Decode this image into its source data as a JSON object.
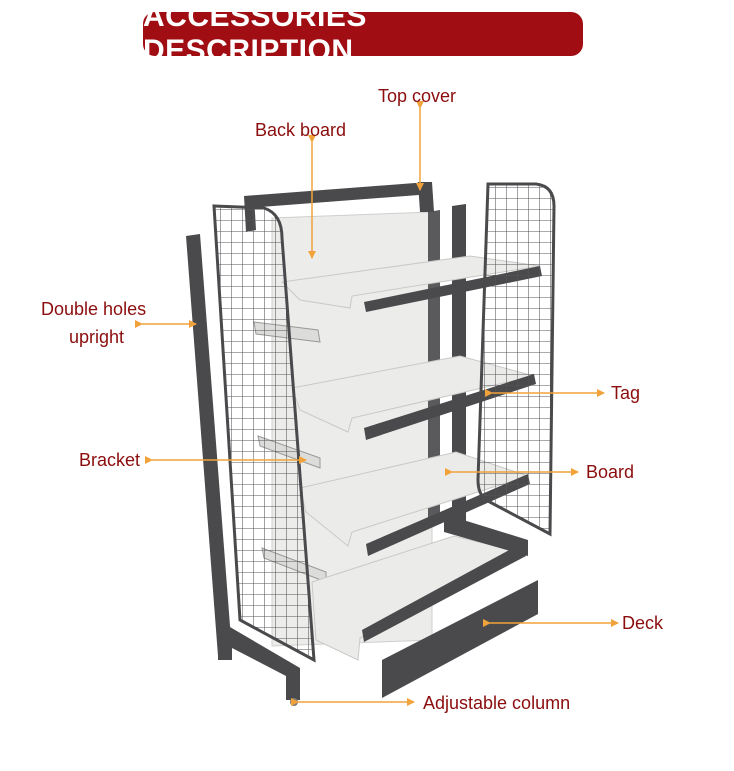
{
  "title": "ACCESSORIES DESCRIPTION",
  "colors": {
    "banner": "#a00d12",
    "label_text": "#8b0d0d",
    "arrow": "#f2a23a",
    "frame": "#4a4a4d",
    "board": "#e9e9e7"
  },
  "labels": {
    "top_cover": "Top cover",
    "back_board": "Back board",
    "double_holes_upright_line1": "Double holes",
    "double_holes_upright_line2": "upright",
    "tag": "Tag",
    "bracket": "Bracket",
    "board": "Board",
    "deck": "Deck",
    "adjustable_column": "Adjustable column"
  }
}
